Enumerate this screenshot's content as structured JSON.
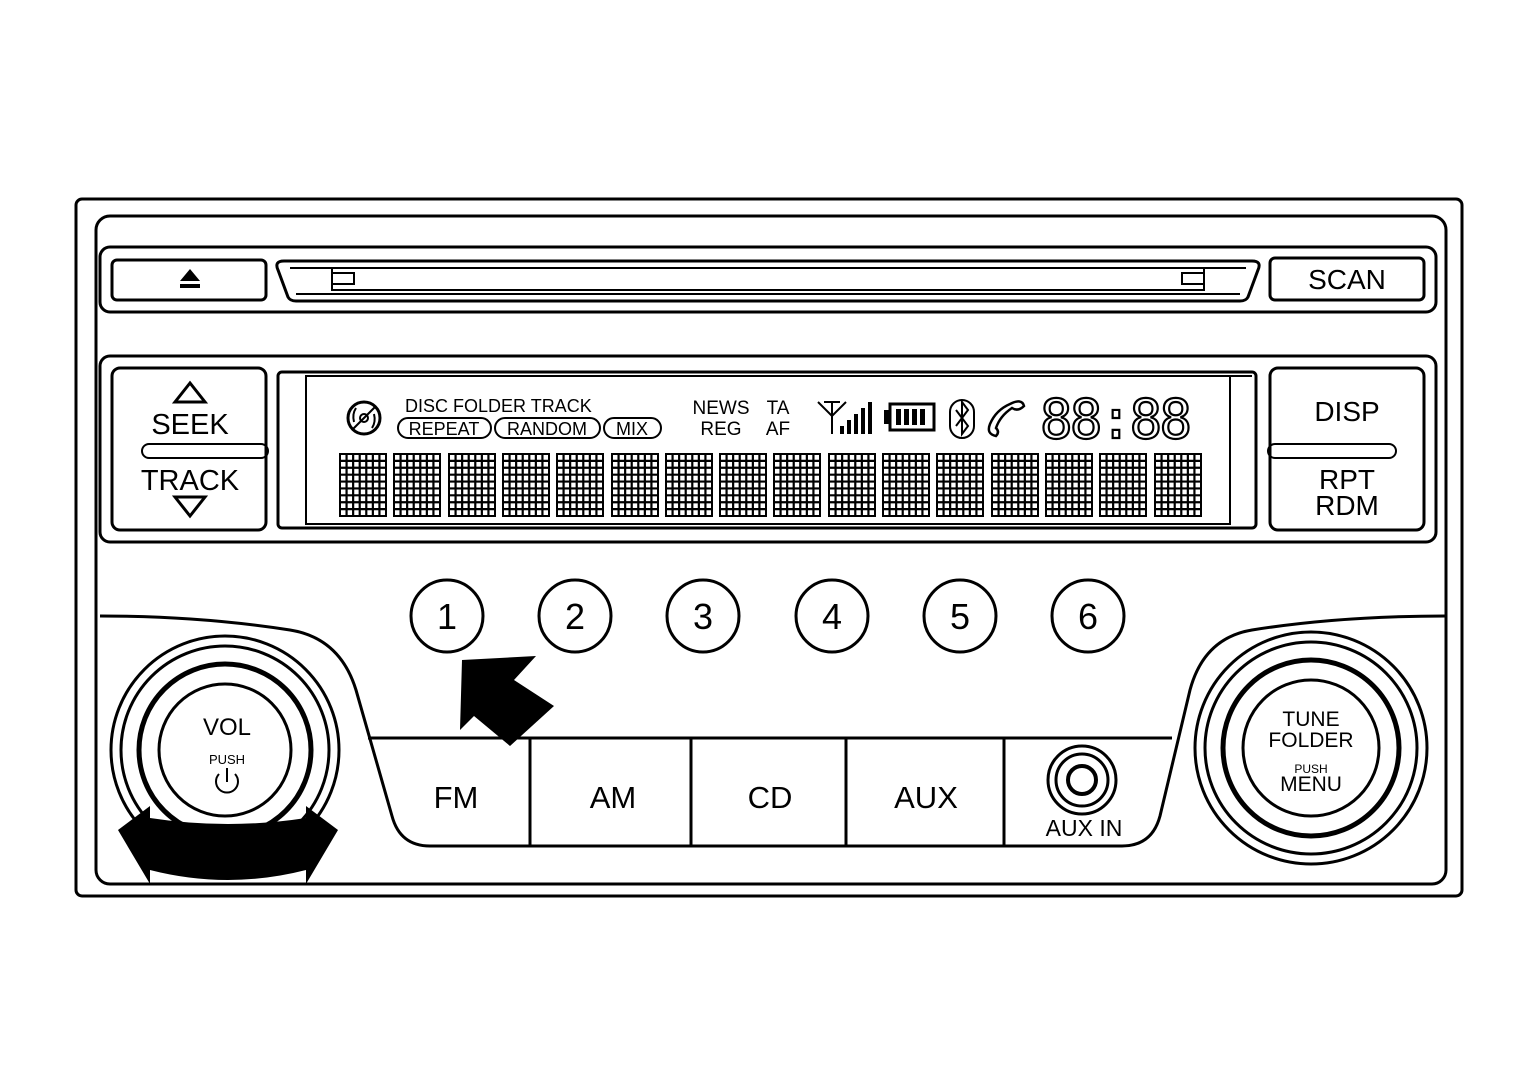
{
  "top_row": {
    "scan_label": "SCAN"
  },
  "left_rocker": {
    "seek_label": "SEEK",
    "track_label": "TRACK"
  },
  "right_rocker": {
    "disp_label": "DISP",
    "rpt_label": "RPT",
    "rdm_label": "RDM"
  },
  "display": {
    "row1_labels": "DISC FOLDER TRACK",
    "pills": [
      "REPEAT",
      "RANDOM",
      "MIX"
    ],
    "news_label": "NEWS",
    "reg_label": "REG",
    "ta_label": "TA",
    "af_label": "AF",
    "clock": "88:88",
    "matrix_cell_count": 16
  },
  "presets": [
    "1",
    "2",
    "3",
    "4",
    "5",
    "6"
  ],
  "source_buttons": [
    "FM",
    "AM",
    "CD",
    "AUX"
  ],
  "aux_in_label": "AUX IN",
  "vol_knob": {
    "vol_label": "VOL",
    "push_label": "PUSH"
  },
  "tune_knob": {
    "tune_label": "TUNE",
    "folder_label": "FOLDER",
    "push_label": "PUSH",
    "menu_label": "MENU"
  },
  "icons": {
    "eject": "eject-icon",
    "disc": "disc-icon",
    "antenna": "antenna-signal-icon",
    "battery": "battery-icon",
    "bluetooth": "bluetooth-icon",
    "phone": "phone-icon",
    "power": "power-icon"
  }
}
